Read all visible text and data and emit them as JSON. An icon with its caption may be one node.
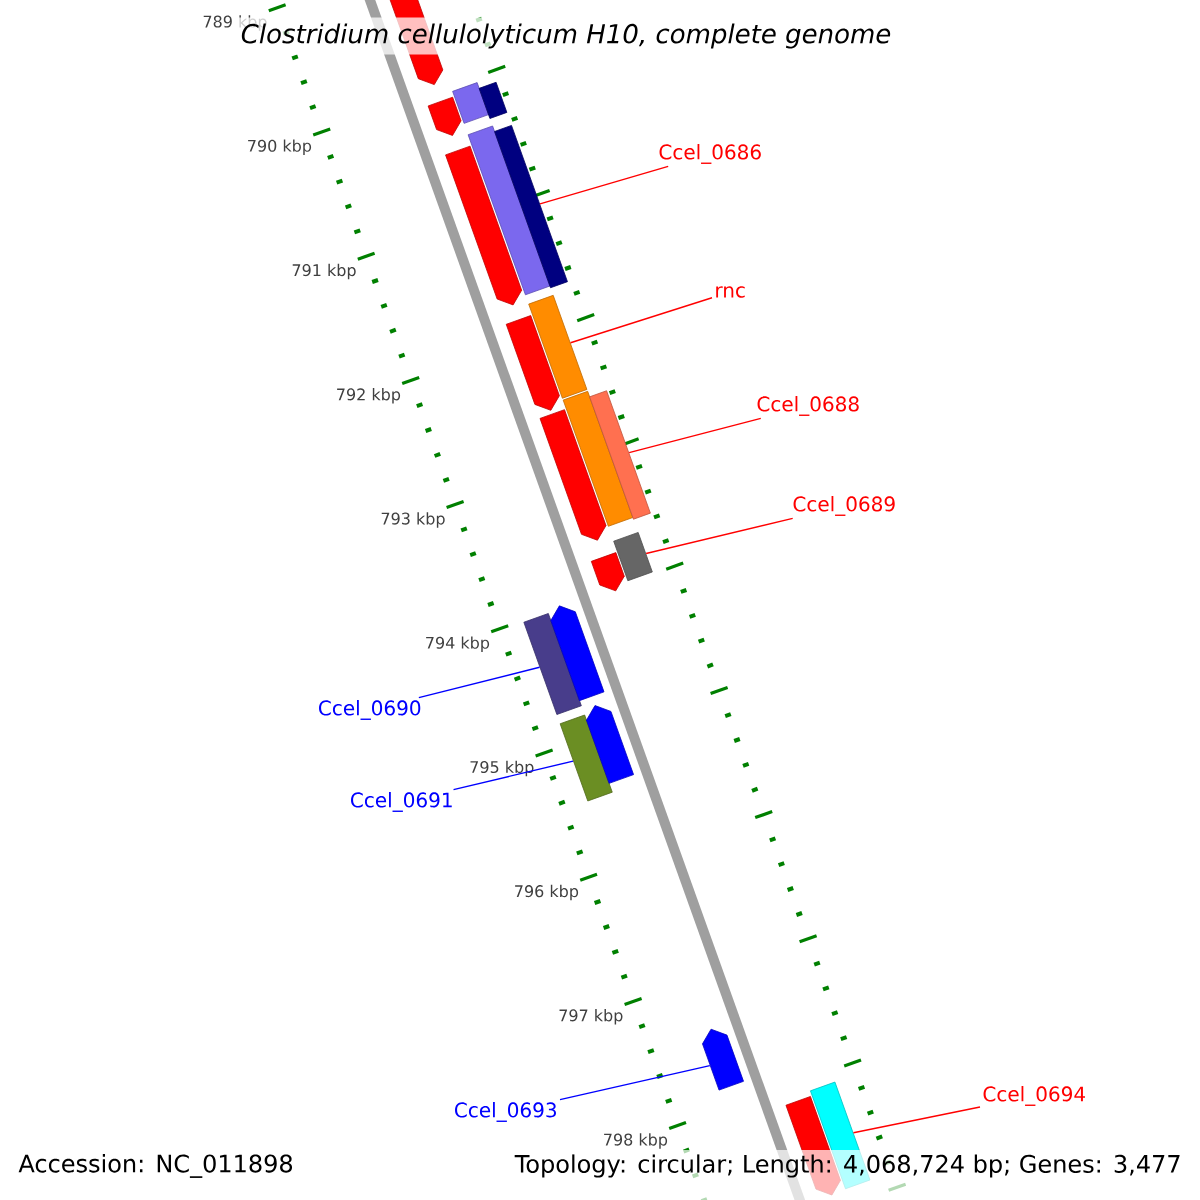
{
  "diagram": {
    "title": "Clostridium cellulolyticum H10, complete genome",
    "nodes": [
      {
        "text": [],
        "shape": "pentagon"
      },
      {
        "text": [],
        "shape": "pentagon"
      },
      {
        "text": [],
        "shape": "bar"
      },
      {
        "text": [],
        "shape": "bar"
      },
      {
        "text": [],
        "shape": "pentagon"
      },
      {
        "text": [],
        "shape": "bar"
      },
      {
        "text": [],
        "shape": "bar"
      },
      {
        "text": [],
        "shape": "pentagon"
      },
      {
        "text": [],
        "shape": "bar"
      },
      {
        "text": [],
        "shape": "pentagon"
      },
      {
        "text": [],
        "shape": "bar"
      },
      {
        "text": [],
        "shape": "bar"
      },
      {
        "text": [],
        "shape": "pentagon"
      },
      {
        "text": [],
        "shape": "bar"
      },
      {
        "text": [],
        "shape": "bar"
      },
      {
        "text": [],
        "shape": "pentagon"
      },
      {
        "text": [],
        "shape": "bar"
      },
      {
        "text": [],
        "shape": "pentagon"
      },
      {
        "text": [],
        "shape": "pentagon"
      },
      {
        "text": [],
        "shape": "pentagon"
      },
      {
        "text": [],
        "shape": "bar"
      },
      {
        "text": [
          "Ccel_0686"
        ]
      },
      {
        "text": [
          "rnc"
        ]
      },
      {
        "text": [
          "Ccel_0688"
        ]
      },
      {
        "text": [
          "Ccel_0689"
        ]
      },
      {
        "text": [
          "Ccel_0690"
        ]
      },
      {
        "text": [
          "Ccel_0691"
        ]
      },
      {
        "text": [
          "Ccel_0693"
        ]
      },
      {
        "text": [
          "Ccel_0694"
        ]
      }
    ],
    "edges": [
      {
        "from": 21,
        "to": 6,
        "arrow": "none"
      },
      {
        "from": 22,
        "to": 8,
        "arrow": "none"
      },
      {
        "from": 23,
        "to": 11,
        "arrow": "none"
      },
      {
        "from": 24,
        "to": 13,
        "arrow": "none"
      },
      {
        "from": 25,
        "to": 14,
        "arrow": "none",
        "color": "#0000ff"
      },
      {
        "from": 26,
        "to": 16,
        "arrow": "none",
        "color": "#0000ff"
      },
      {
        "from": 27,
        "to": 18,
        "arrow": "none",
        "color": "#0000ff"
      },
      {
        "from": 28,
        "to": 20,
        "arrow": "none"
      }
    ],
    "labels": [
      "789 kbp",
      "790 kbp",
      "791 kbp",
      "792 kbp",
      "793 kbp",
      "794 kbp",
      "795 kbp",
      "796 kbp",
      "797 kbp",
      "798 kbp",
      "Accession: NC_011898",
      "Topology: circular; Length: 4,068,724 bp; Genes: 3,477"
    ]
  }
}
